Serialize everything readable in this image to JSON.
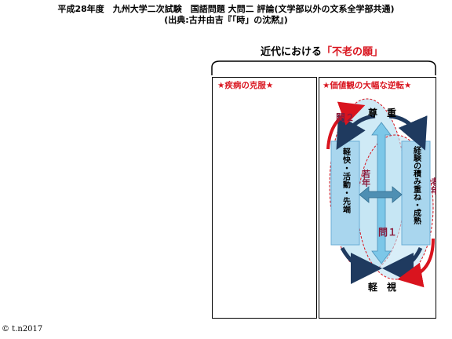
{
  "header": {
    "line1": "平成28年度　九州大学二次試験　国語問題 大問二 評論(文学部以外の文系全学部共通)",
    "line2": "(出典:古井由吉『「時」の沈黙』)"
  },
  "title": {
    "prefix": "近代における",
    "highlight": "「不老の願」"
  },
  "left_panel": {
    "heading": "★疾病の克服★"
  },
  "right_panel": {
    "heading": "★価値観の大幅な逆転★",
    "top_label": "尊　重",
    "bottom_label": "軽　視",
    "q2": "問２",
    "q1": "問１",
    "left_box": "軽快・活動・先端",
    "right_box": "経験の積み重ね・成熟",
    "young": "若年",
    "old": "老年"
  },
  "copyright": "© t.n2017",
  "colors": {
    "accent_red": "#d9141e",
    "navy": "#1f3a5f",
    "light_blue": "#bfe3f3",
    "mid_blue": "#7cc7e8",
    "box_blue": "#a9d6ee",
    "maroon": "#8b1a3a"
  }
}
